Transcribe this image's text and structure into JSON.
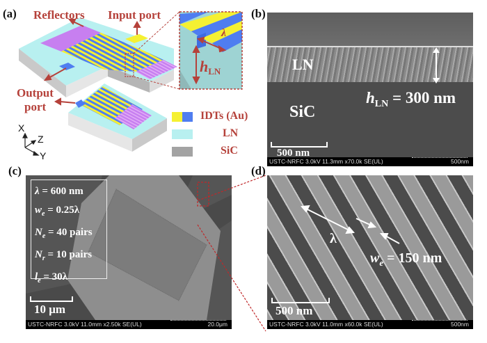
{
  "figure": {
    "panels": [
      {
        "id": "a",
        "label": "(a)",
        "type": "schematic",
        "annotations": {
          "reflectors": "Reflectors",
          "input_port": "Input port",
          "output_port_line1": "Output",
          "output_port_line2": "port",
          "inset_lambda": "λ",
          "inset_h": "h",
          "inset_h_sub": "LN"
        },
        "axes": {
          "x": "X",
          "y": "Y",
          "z": "Z"
        },
        "legend": [
          {
            "label": "IDTs (Au)",
            "colors": [
              "#f5f032",
              "#4f7df0"
            ]
          },
          {
            "label": "LN",
            "colors": [
              "#b8f0f0"
            ]
          },
          {
            "label": "SiC",
            "colors": [
              "#a3a3a3"
            ]
          }
        ]
      },
      {
        "id": "b",
        "label": "(b)",
        "type": "sem-image",
        "annotations": {
          "ln": "LN",
          "sic": "SiC",
          "h": "h",
          "h_sub": "LN",
          "h_value": " = 300 nm",
          "scalebar": "500 nm"
        },
        "sem_bar": {
          "info": "USTC-NRFC 3.0kV 11.3mm x70.0k SE(UL)",
          "scale": "500nm"
        }
      },
      {
        "id": "c",
        "label": "(c)",
        "type": "sem-image",
        "params": [
          {
            "sym": "λ",
            "sub": "",
            "value": " = 600 nm"
          },
          {
            "sym": "w",
            "sub": "e",
            "value": " = 0.25λ"
          },
          {
            "sym": "N",
            "sub": "e",
            "value": " = 40 pairs"
          },
          {
            "sym": "N",
            "sub": "r",
            "value": " = 10 pairs"
          },
          {
            "sym": "l",
            "sub": "e",
            "value": " = 30λ"
          }
        ],
        "annotations": {
          "scalebar": "10 μm"
        },
        "sem_bar": {
          "info": "USTC-NRFC 3.0kV 11.0mm x2.50k SE(UL)",
          "scale": "20.0μm"
        }
      },
      {
        "id": "d",
        "label": "(d)",
        "type": "sem-image",
        "annotations": {
          "lambda": "λ",
          "w": "w",
          "w_sub": "e",
          "w_value": " = 150 nm",
          "scalebar": "500 nm"
        },
        "sem_bar": {
          "info": "USTC-NRFC 3.0kV 11.0mm x60.0k SE(UL)",
          "scale": "500nm"
        }
      }
    ],
    "colors": {
      "annotation_red": "#b5413a",
      "idt_yellow": "#f5f032",
      "idt_blue": "#4f7df0",
      "reflector_purple": "#c77ff0",
      "ln_cyan": "#b8f0f0",
      "sic_gray": "#a3a3a3"
    }
  }
}
